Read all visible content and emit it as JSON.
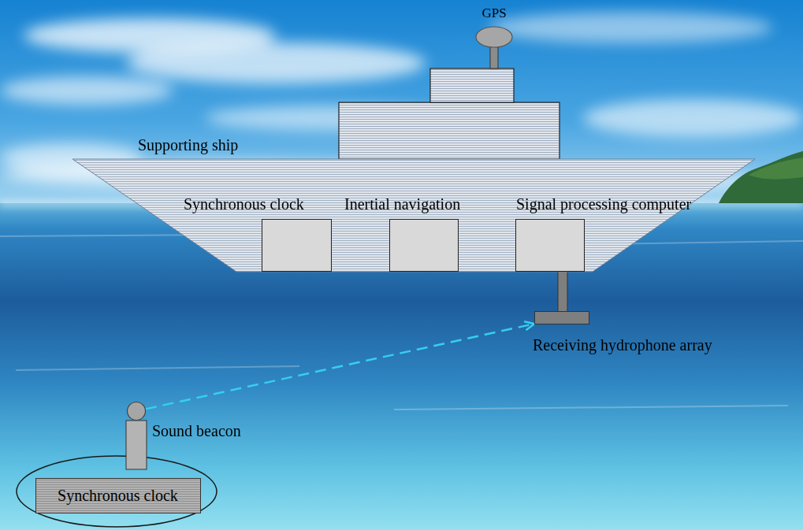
{
  "diagram": {
    "nodes": [
      {
        "text": [
          "GPS"
        ]
      },
      {
        "text": [
          "Supporting ship"
        ]
      },
      {
        "text": [
          "Synchronous clock"
        ],
        "in": 1
      },
      {
        "text": [
          "Inertial navigation"
        ],
        "in": 1
      },
      {
        "text": [
          "Signal processing computer"
        ],
        "in": 1
      },
      {
        "text": [
          "Receiving hydrophone array"
        ]
      },
      {
        "text": [
          "Sound beacon"
        ]
      },
      {
        "text": [
          "Synchronous clock"
        ]
      }
    ],
    "edges": [
      {
        "from": 4,
        "to": 5,
        "arrow": "none"
      },
      {
        "from": 6,
        "to": 5,
        "arrow": "to"
      }
    ]
  }
}
